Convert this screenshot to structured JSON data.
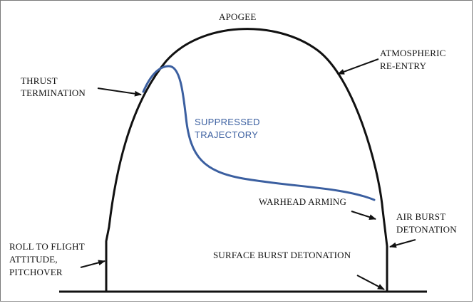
{
  "colors": {
    "trajectory": "#111111",
    "suppressed": "#3b5fa0",
    "text": "#111111"
  },
  "labels": {
    "apogee": "APOGEE",
    "atmospheric_reentry": [
      "ATMOSPHERIC",
      "RE-ENTRY"
    ],
    "thrust_termination": [
      "THRUST",
      "TERMINATION"
    ],
    "suppressed_trajectory": [
      "SUPPRESSED",
      "TRAJECTORY"
    ],
    "warhead_arming": "WARHEAD ARMING",
    "air_burst_detonation": [
      "AIR BURST",
      "DETONATION"
    ],
    "roll_to_flight": [
      "ROLL TO FLIGHT",
      "ATTITUDE,",
      "PITCHOVER"
    ],
    "surface_burst_detonation": "SURFACE BURST DETONATION"
  }
}
